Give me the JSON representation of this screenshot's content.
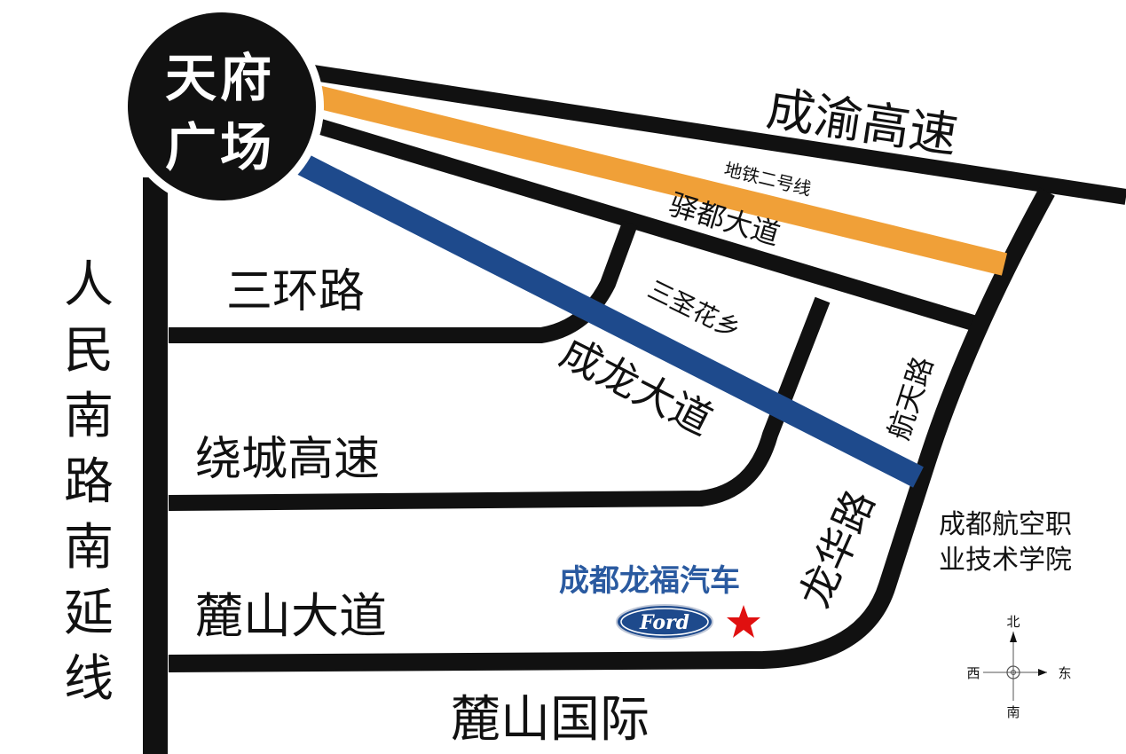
{
  "colors": {
    "road": "#111111",
    "metro_line": "#f0a038",
    "chenglong_avenue": "#1e4a8c",
    "dealer_text": "#2a5aa0",
    "star": "#e01010",
    "ford_oval": "#1e4a8c"
  },
  "landmark": {
    "name_line1": "天府",
    "name_line2": "广场"
  },
  "roads": {
    "chengyu_expressway": "成渝高速",
    "metro_line2": "地铁二号线",
    "yidu_avenue": "驿都大道",
    "third_ring": "三环路",
    "sansheng_huaxiang": "三圣花乡",
    "chenglong_avenue": "成龙大道",
    "hangtian_road": "航天路",
    "ring_expressway": "绕城高速",
    "longhua_road": "龙华路",
    "lushan_avenue": "麓山大道",
    "lushan_international": "麓山国际",
    "renmin_south_chars": [
      "人",
      "民",
      "南",
      "路",
      "南",
      "延",
      "线"
    ]
  },
  "poi": {
    "college_line1": "成都航空职",
    "college_line2": "业技术学院"
  },
  "dealer": {
    "name": "成都龙福汽车",
    "brand": "Ford",
    "marker_icon": "star-icon"
  },
  "compass": {
    "north": "北",
    "south": "南",
    "east": "东",
    "west": "西"
  }
}
